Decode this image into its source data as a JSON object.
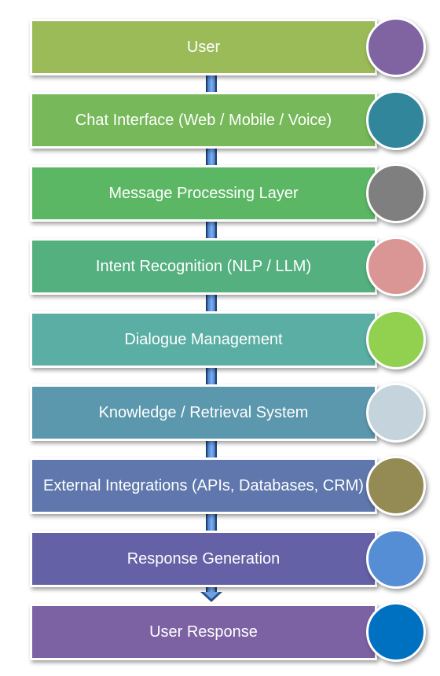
{
  "steps": [
    {
      "label": "User",
      "box_color": "#9bbb59",
      "dot_color": "#8064a2"
    },
    {
      "label": "Chat Interface (Web / Mobile / Voice)",
      "box_color": "#76b85a",
      "dot_color": "#31869b"
    },
    {
      "label": "Message Processing Layer",
      "box_color": "#5cb764",
      "dot_color": "#7f7f7f"
    },
    {
      "label": "Intent Recognition (NLP / LLM)",
      "box_color": "#55b07f",
      "dot_color": "#da9694"
    },
    {
      "label": "Dialogue Management",
      "box_color": "#5aaea3",
      "dot_color": "#92d050"
    },
    {
      "label": "Knowledge / Retrieval System",
      "box_color": "#5b97ad",
      "dot_color": "#c5d4dc"
    },
    {
      "label": "External Integrations (APIs, Databases, CRM)",
      "box_color": "#5f77ac",
      "dot_color": "#948a54"
    },
    {
      "label": "Response Generation",
      "box_color": "#6461a6",
      "dot_color": "#558ed5"
    },
    {
      "label": "User Response",
      "box_color": "#7d62a3",
      "dot_color": "#0070c0"
    }
  ],
  "connector_color": "#4f81bd"
}
